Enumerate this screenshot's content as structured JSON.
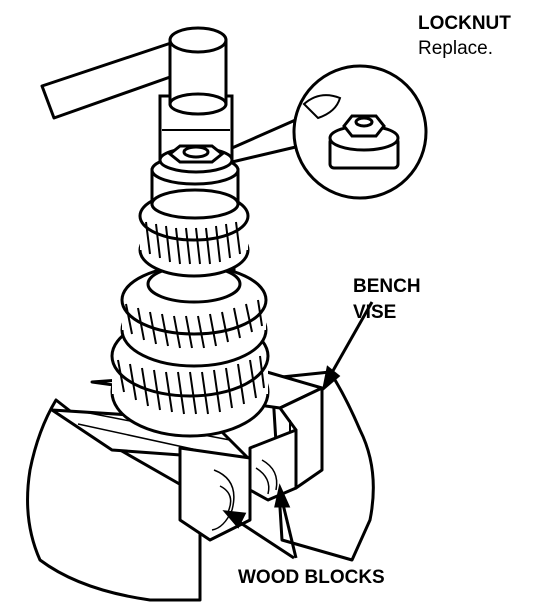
{
  "labels": {
    "locknut": "LOCKNUT",
    "locknut_note": "Replace.",
    "bench": "BENCH",
    "vise": "VISE",
    "wood_blocks": "WOOD BLOCKS"
  },
  "parts": {
    "wrench": "torque-wrench",
    "socket": "socket",
    "locknut": "locknut",
    "shaft": "mainshaft",
    "gears": "gear-stack",
    "vise": "bench-vise",
    "blocks": "wood-blocks",
    "detail": "locknut-detail-inset"
  },
  "colors": {
    "ink": "#000000",
    "paper": "#ffffff"
  }
}
